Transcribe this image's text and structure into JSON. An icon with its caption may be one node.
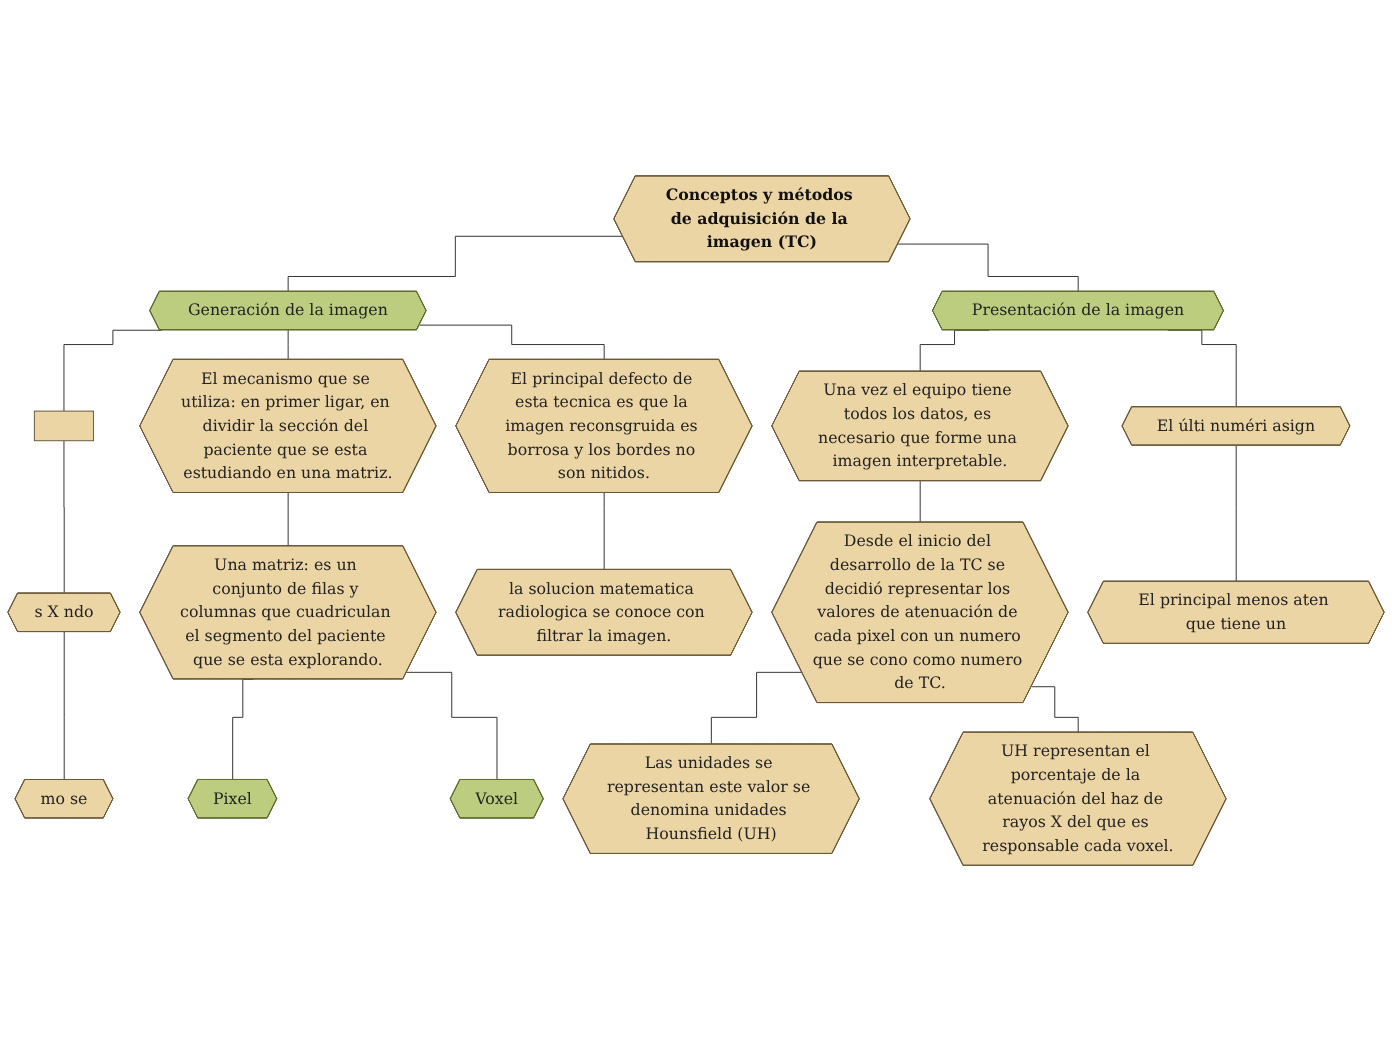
{
  "diagram": {
    "nodes": [
      {
        "text": [
          "Conceptos y métodos de adquisición de la imagen (TC)"
        ]
      },
      {
        "text": [
          "Generación de la imagen"
        ]
      },
      {
        "text": [
          "Presentación de la imagen"
        ]
      },
      {
        "text": [],
        "shape": "box"
      },
      {
        "text": [
          "El mecanismo que se utiliza: en primer ligar, en dividir la sección del paciente que se esta estudiando en una matriz."
        ]
      },
      {
        "text": [
          "El principal defecto de esta tecnica es que la imagen reconsgruida es borrosa y los bordes no son nitidos."
        ]
      },
      {
        "text": [
          "Una vez el equipo tiene todos los datos, es necesario que forme una imagen interpretable."
        ]
      },
      {
        "text": [
          "El últi numéri asign"
        ]
      },
      {
        "text": [
          "s X ndo"
        ]
      },
      {
        "text": [
          "Una matriz: es un conjunto de filas y columnas que cuadriculan el segmento del paciente que se esta explorando."
        ]
      },
      {
        "text": [
          "la solucion matematica radiologica se conoce con filtrar la imagen."
        ]
      },
      {
        "text": [
          "Desde el inicio del desarrollo de la TC se decidió representar los valores de atenuación de cada pixel con un numero que se cono como numero de TC."
        ]
      },
      {
        "text": [
          "El principal menos aten que tiene un"
        ]
      },
      {
        "text": [
          "Pixel"
        ]
      },
      {
        "text": [
          "Voxel"
        ]
      },
      {
        "text": [
          "mo se"
        ]
      },
      {
        "text": [
          "Las unidades se representan este valor se denomina unidades Hounsfield (UH)"
        ]
      },
      {
        "text": [
          "UH representan el porcentaje de la atenuación del haz de rayos X del que es responsable cada voxel."
        ]
      }
    ],
    "edges": [
      {
        "from": 0,
        "to": 1,
        "arrow": "none"
      },
      {
        "from": 0,
        "to": 2,
        "arrow": "none"
      },
      {
        "from": 1,
        "to": 3,
        "arrow": "none"
      },
      {
        "from": 1,
        "to": 4,
        "arrow": "none"
      },
      {
        "from": 1,
        "to": 5,
        "arrow": "none"
      },
      {
        "from": 3,
        "to": 8,
        "arrow": "none"
      },
      {
        "from": 8,
        "to": 15,
        "arrow": "none"
      },
      {
        "from": 4,
        "to": 9,
        "arrow": "none"
      },
      {
        "from": 9,
        "to": 13,
        "arrow": "none"
      },
      {
        "from": 9,
        "to": 14,
        "arrow": "none"
      },
      {
        "from": 5,
        "to": 10,
        "arrow": "none"
      },
      {
        "from": 2,
        "to": 6,
        "arrow": "none"
      },
      {
        "from": 2,
        "to": 7,
        "arrow": "none"
      },
      {
        "from": 6,
        "to": 11,
        "arrow": "none"
      },
      {
        "from": 11,
        "to": 16,
        "arrow": "none"
      },
      {
        "from": 11,
        "to": 17,
        "arrow": "none"
      },
      {
        "from": 7,
        "to": 12,
        "arrow": "none"
      }
    ]
  }
}
